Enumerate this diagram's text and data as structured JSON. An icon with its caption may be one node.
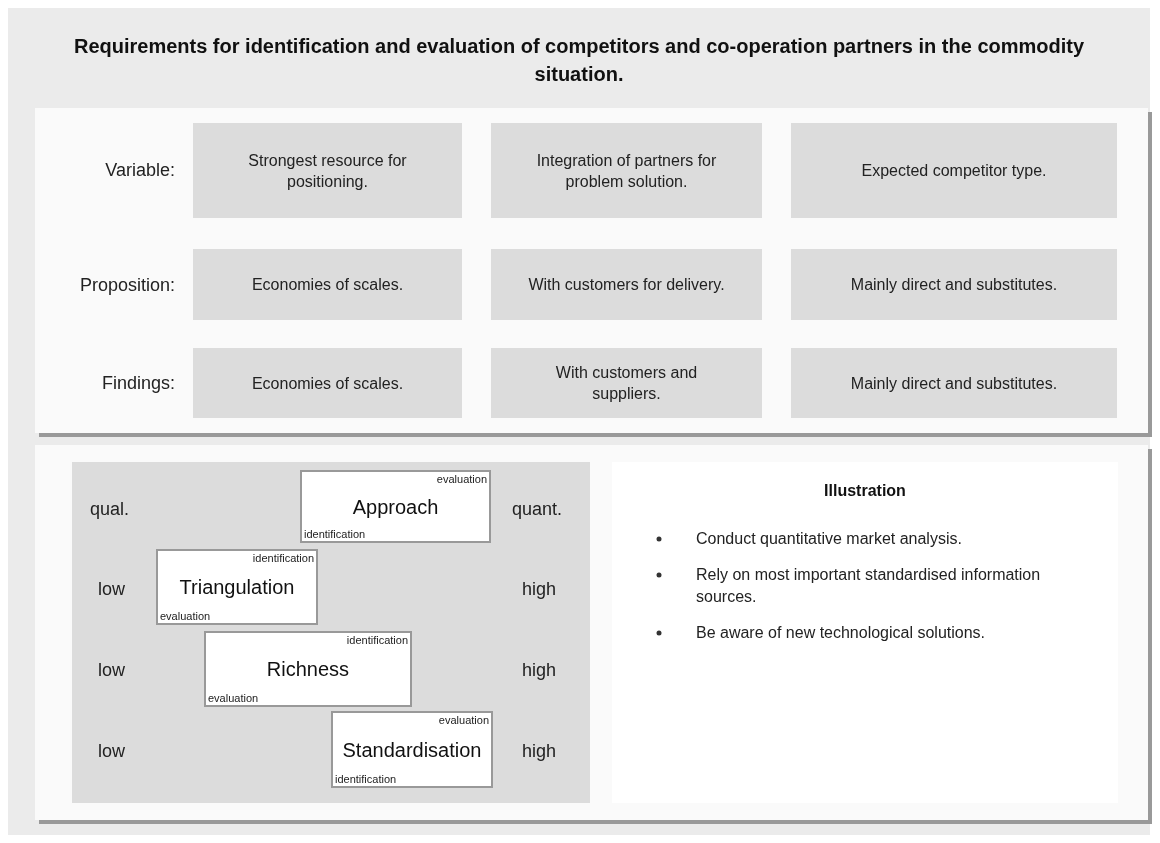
{
  "diagram": {
    "title": "Requirements for identification and evaluation of competitors and co-operation partners in the commodity situation.",
    "nodes": [
      {
        "text": [],
        "shape": "box"
      },
      {
        "text": [
          "Strongest resource for positioning."
        ],
        "in": 0
      },
      {
        "text": [
          "Integration of partners for problem solution."
        ],
        "in": 0
      },
      {
        "text": [
          "Expected competitor type."
        ],
        "in": 0
      },
      {
        "text": [
          "Economies of scales."
        ],
        "in": 0
      },
      {
        "text": [
          "With customers for delivery."
        ],
        "in": 0
      },
      {
        "text": [
          "Mainly direct and substitutes."
        ],
        "in": 0
      },
      {
        "text": [
          "Economies of scales."
        ],
        "in": 0
      },
      {
        "text": [
          "With customers and suppliers."
        ],
        "in": 0
      },
      {
        "text": [
          "Mainly direct and substitutes."
        ],
        "in": 0
      },
      {
        "text": [],
        "shape": "box"
      },
      {
        "text": [],
        "shape": "box",
        "in": 10
      },
      {
        "text": [
          "evaluation",
          "Approach",
          "identification"
        ],
        "in": 11
      },
      {
        "text": [
          "identification",
          "Triangulation",
          "evaluation"
        ],
        "in": 11
      },
      {
        "text": [
          "identification",
          "Richness",
          "evaluation"
        ],
        "in": 11
      },
      {
        "text": [
          "evaluation",
          "Standardisation",
          "identification"
        ],
        "in": 11
      },
      {
        "text": [
          "Illustration",
          "Conduct quantitative market analysis.",
          "Rely on most important standardised information sources.",
          "Be aware of new technological solutions."
        ],
        "in": 10
      }
    ],
    "labels": [
      "Variable:",
      "Proposition:",
      "Findings:",
      "qual.",
      "quant.",
      "low",
      "high",
      "low",
      "high",
      "low",
      "high"
    ]
  }
}
